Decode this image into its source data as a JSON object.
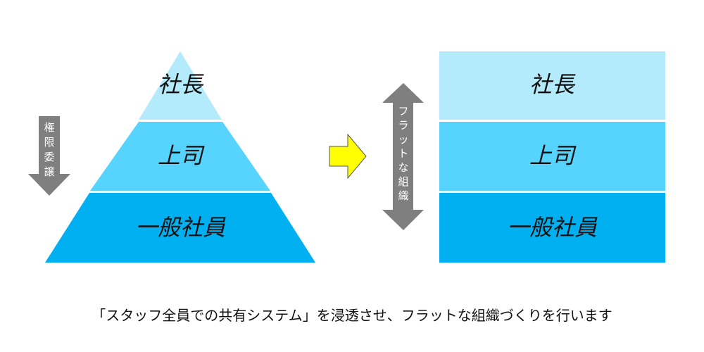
{
  "pyramid": {
    "levels": [
      {
        "label": "社長",
        "color": "#b3ebfc"
      },
      {
        "label": "上司",
        "color": "#57d4fd"
      },
      {
        "label": "一般社員",
        "color": "#00b0f0"
      }
    ],
    "arrow_label": [
      "権",
      "限",
      "委",
      "譲"
    ]
  },
  "transition_arrow_color": "#ffff00",
  "flat": {
    "levels": [
      {
        "label": "社長",
        "color": "#b3ebfc"
      },
      {
        "label": "上司",
        "color": "#57d4fd"
      },
      {
        "label": "一般社員",
        "color": "#00b0f0"
      }
    ],
    "arrow_label": [
      "フ",
      "ラ",
      "ッ",
      "ト",
      "な",
      "組",
      "織"
    ]
  },
  "arrow_color": "#7f7f7f",
  "caption": "「スタッフ全員での共有システム」を浸透させ、フラットな組織づくりを行います"
}
